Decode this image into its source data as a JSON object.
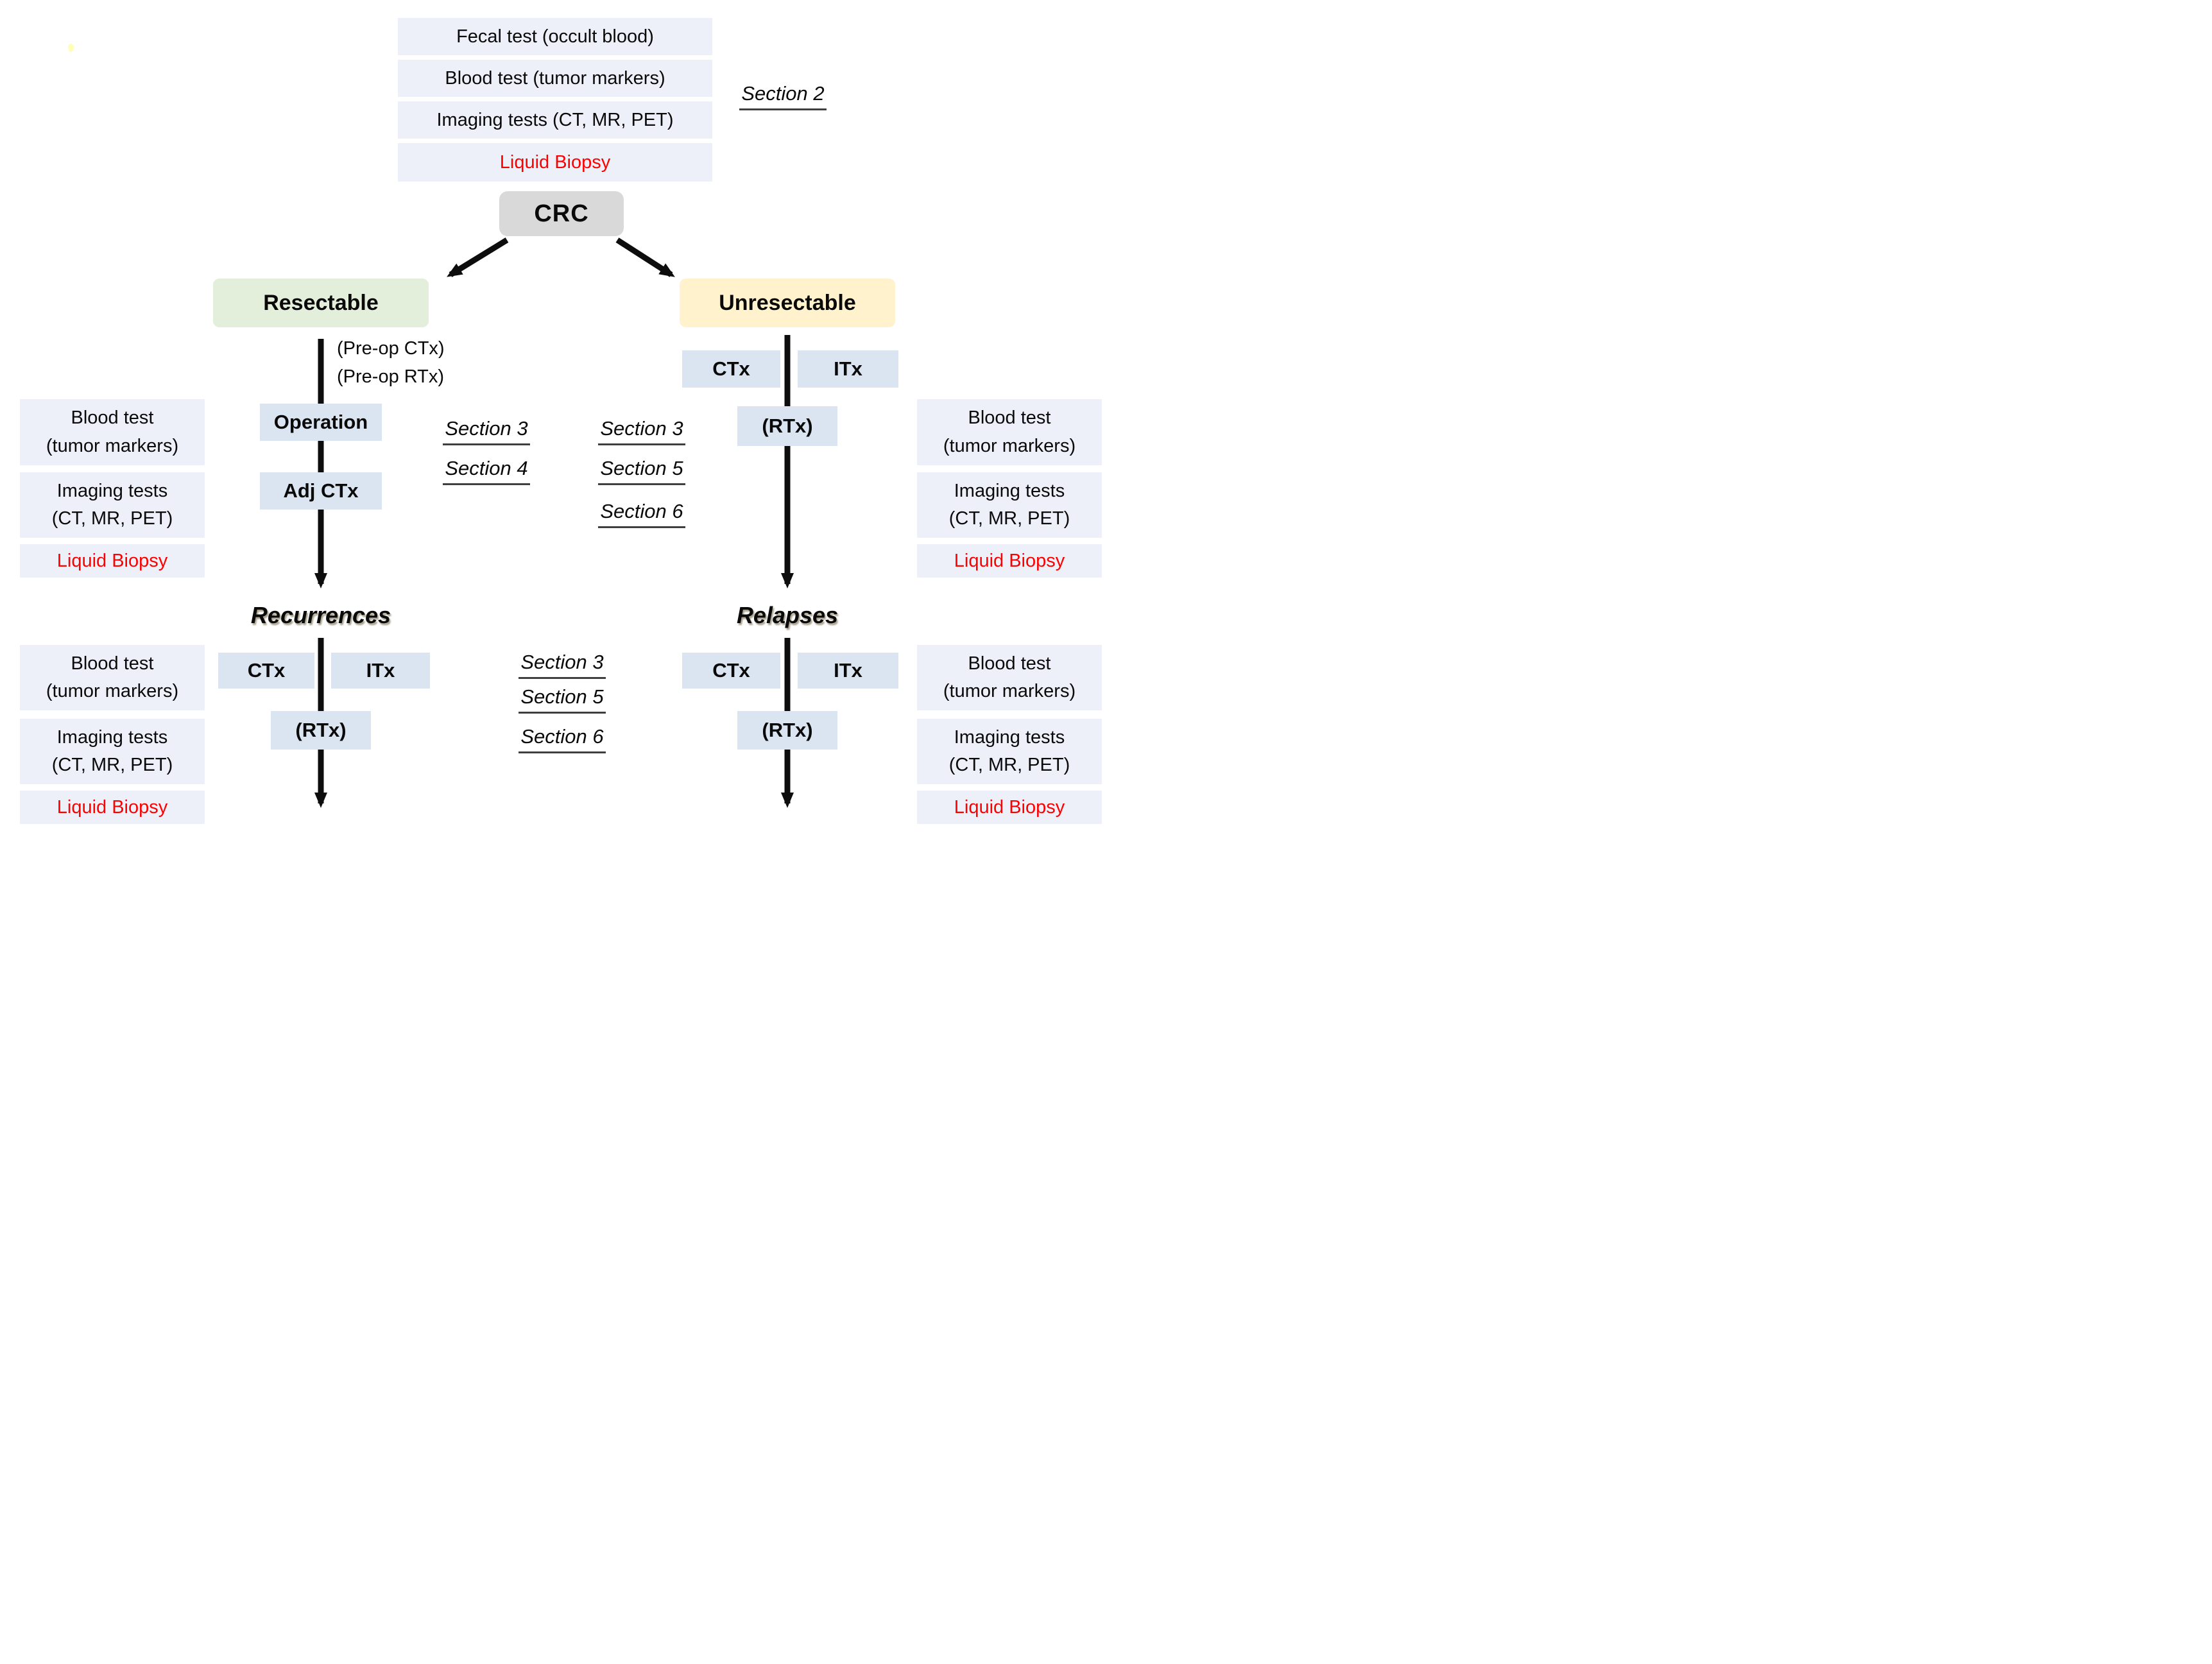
{
  "colors": {
    "screening_box": "#eef0f9",
    "treatment_box": "#dbe4f1",
    "resectable_box": "#e3efda",
    "unresectable_box": "#fff2cc",
    "crc_box": "#d9d9d9",
    "highlight_text": "#fe0000",
    "arrow": "#0d0d0d"
  },
  "screening": {
    "tests": [
      "Fecal test (occult blood)",
      "Blood test (tumor markers)",
      "Imaging tests (CT, MR, PET)",
      "Liquid Biopsy"
    ],
    "section": "Section 2"
  },
  "crc": {
    "label": "CRC"
  },
  "resectable": {
    "label": "Resectable",
    "preop_ctx": "(Pre-op CTx)",
    "preop_rtx": "(Pre-op RTx)",
    "operation": "Operation",
    "adj_ctx": "Adj CTx",
    "outcome": "Recurrences",
    "sections": [
      "Section 3",
      "Section 4"
    ]
  },
  "unresectable": {
    "label": "Unresectable",
    "outcome": "Relapses",
    "sections": [
      "Section 3",
      "Section 5",
      "Section 6"
    ]
  },
  "relapse_sections": [
    "Section 3",
    "Section 5",
    "Section 6"
  ],
  "treatments": {
    "ctx": "CTx",
    "itx": "ITx",
    "rtx": "(RTx)"
  },
  "monitoring": {
    "blood_line1": "Blood test",
    "blood_line2": "(tumor markers)",
    "imaging_line1": "Imaging tests",
    "imaging_line2": "(CT, MR, PET)",
    "liquid_biopsy": "Liquid Biopsy"
  }
}
